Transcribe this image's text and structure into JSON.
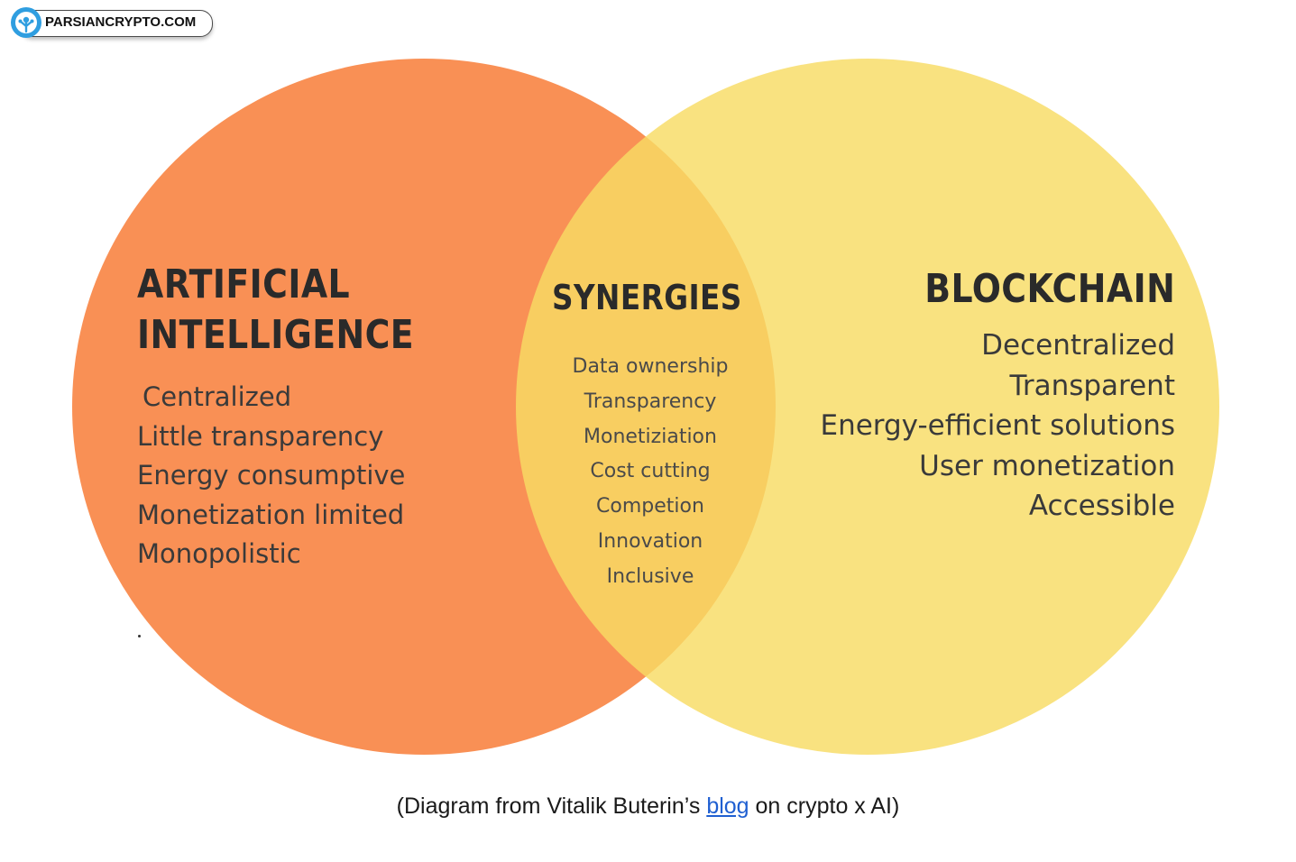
{
  "watermark": {
    "text": "PARSIANCRYPTO.COM",
    "icon": "parsiancrypto-logo-icon"
  },
  "colors": {
    "ai_circle": "#f99055",
    "blockchain_circle": "#f8dc64",
    "heading_text": "#2a2a2a",
    "body_text": "#3a3a3a",
    "link": "#1f5fd1"
  },
  "diagram": {
    "type": "venn",
    "sets": [
      {
        "title_lines": [
          "ARTIFICIAL",
          "INTELLIGENCE"
        ],
        "items": [
          "Centralized",
          "Little transparency",
          "Energy consumptive",
          "Monetization limited",
          "Monopolistic"
        ]
      },
      {
        "title_lines": [
          "BLOCKCHAIN"
        ],
        "items": [
          "Decentralized",
          "Transparent",
          "Energy-efficient solutions",
          "User monetization",
          "Accessible"
        ]
      }
    ],
    "intersection": {
      "title": "SYNERGIES",
      "items": [
        "Data ownership",
        "Transparency",
        "Monetiziation",
        "Cost cutting",
        "Competion",
        "Innovation",
        "Inclusive"
      ]
    }
  },
  "caption": {
    "prefix": "(Diagram from Vitalik Buterin’s ",
    "link_text": "blog",
    "suffix": " on crypto x AI)"
  }
}
